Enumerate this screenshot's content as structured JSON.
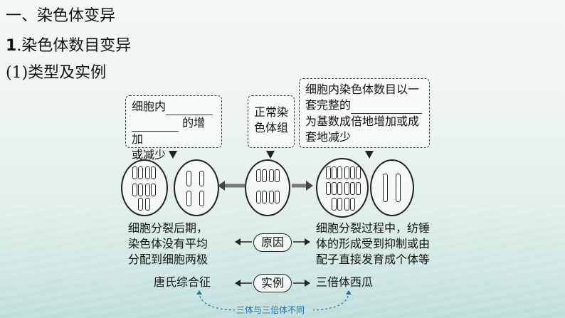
{
  "headings": {
    "h1": "一、染色体变异",
    "h2_num": "1",
    "h2_text": ".染色体数目变异",
    "h3": "(1)类型及实例"
  },
  "boxes": {
    "left_line1": "细胞内",
    "left_line2": "的增加",
    "left_line3": "或减少",
    "mid_line1": "正常染",
    "mid_line2": "色体组",
    "right_line1": "细胞内染色体数目以一",
    "right_line2": "套完整的",
    "right_line3": "为基数成倍地增加或成",
    "right_line4": "套地减少"
  },
  "cause": {
    "left_line1": "细胞分裂后期，",
    "left_line2": "染色体没有平均",
    "left_line3": "分配到细胞两极",
    "label": "原因",
    "right_line1": "细胞分裂过程中，纺锤",
    "right_line2": "体的形成受到抑制或由",
    "right_line3": "配子直接发育成个体等"
  },
  "example": {
    "left": "唐氏综合征",
    "label": "实例",
    "right": "三倍体西瓜"
  },
  "note": "三体与三倍体不同",
  "colors": {
    "accent_blue": "#1d6fb4"
  }
}
